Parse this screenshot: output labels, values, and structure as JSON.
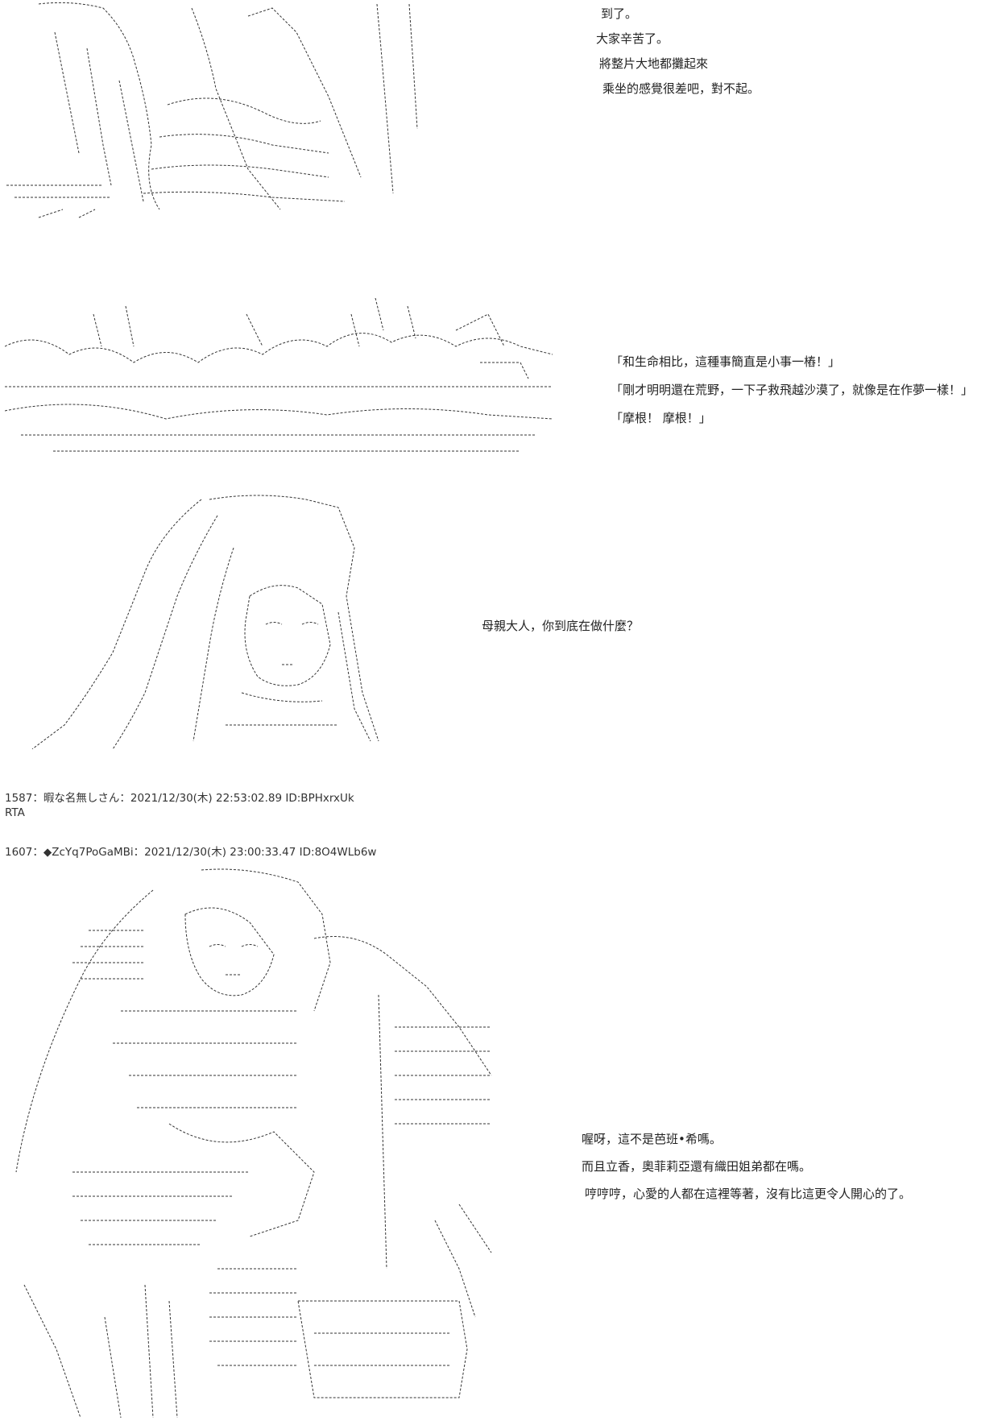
{
  "panels": [
    {
      "lines": [
        "到了。",
        "大家辛苦了。",
        "將整片大地都攤起來",
        "乘坐的感覺很差吧，對不起。"
      ]
    },
    {
      "lines": [
        "「和生命相比，這種事簡直是小事一樁！」",
        "「剛才明明還在荒野，一下子救飛越沙漠了，就像是在作夢一樣！」",
        "「摩根！ 摩根！」"
      ]
    },
    {
      "lines": [
        "母親大人，你到底在做什麼？"
      ]
    },
    {
      "lines": [
        "喔呀，這不是芭班•希嗎。",
        "而且立香，奧菲莉亞還有織田姐弟都在嗎。",
        "哼哼哼，心愛的人都在這裡等著，沒有比這更令人開心的了。"
      ]
    }
  ],
  "posts": [
    {
      "header": "1587：暇な名無しさん：2021/12/30(木) 22:53:02.89 ID:BPHxrxUk",
      "body": "RTA"
    },
    {
      "header": "1607：◆ZcYq7PoGaMBi：2021/12/30(木) 23:00:33.47 ID:8O4WLb6w"
    }
  ],
  "art": [
    {
      "name": "ascii-art-rider-arms-raised",
      "subject": "character raising arms"
    },
    {
      "name": "ascii-art-crowd-cheering",
      "subject": "cheering crowd"
    },
    {
      "name": "ascii-art-long-hair-girl",
      "subject": "long haired girl"
    },
    {
      "name": "ascii-art-armored-woman",
      "subject": "armored woman"
    }
  ],
  "colors": {
    "text": "#222222",
    "line": "#333333",
    "background": "#ffffff"
  }
}
